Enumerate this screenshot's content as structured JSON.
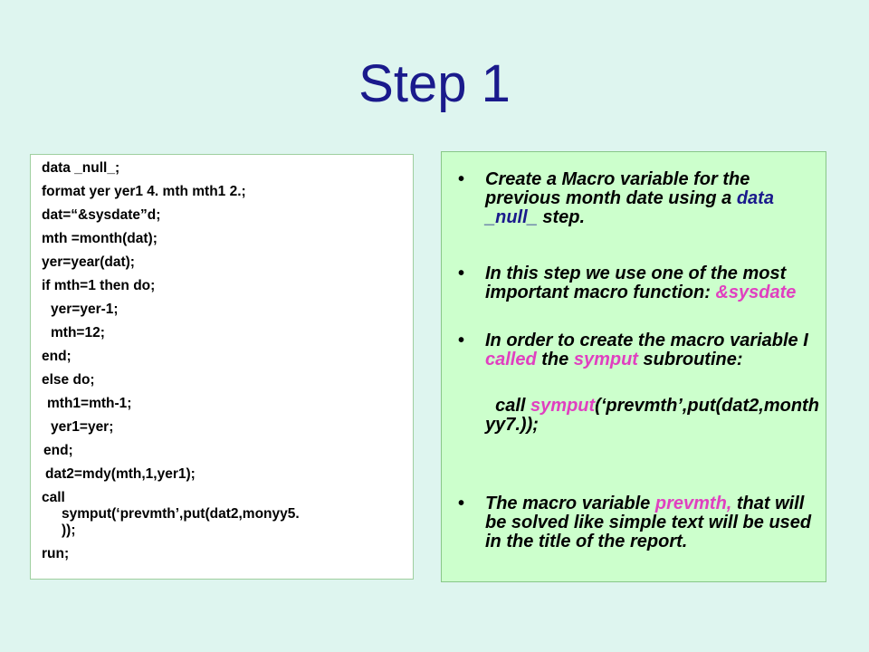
{
  "slide": {
    "title": "Step 1"
  },
  "code": {
    "lines": [
      "data _null_;",
      "format yer yer1 4. mth mth1 2.;",
      " dat=“&sysdate”d;",
      " mth =month(dat);",
      " yer=year(dat);",
      "if mth=1 then do;",
      "    yer=yer-1;",
      "    mth=12;",
      " end;",
      " else do;",
      "   mth1=mth-1;",
      "    yer1=yer;",
      "  end;",
      "   dat2=mdy(mth,1,yer1);",
      "call",
      "symput(‘prevmth’,put(dat2,monyy5.",
      "));",
      "run;"
    ]
  },
  "bullets": {
    "b1": {
      "p1": "Create a Macro variable for the previous month date using a ",
      "p2": "data _null_",
      "p3": " step."
    },
    "b2": {
      "p1": " In this step we use one of the most important macro function: ",
      "p2": "&sysdate"
    },
    "b3": {
      "p1": "In order to create the macro variable I ",
      "p2": "called",
      "p3": " the ",
      "p4": "symput",
      "p5": " subroutine:"
    },
    "b3_code": {
      "p1": "  call ",
      "p2": "symput",
      "p3": "(‘prevmth’,put(dat2,monthyy7.));"
    },
    "b4": {
      "p1": "The macro variable ",
      "p2": "prevmth,",
      "p3": " that will be solved like simple text  will be used in the title of the report."
    },
    "bullet_char": "•"
  }
}
